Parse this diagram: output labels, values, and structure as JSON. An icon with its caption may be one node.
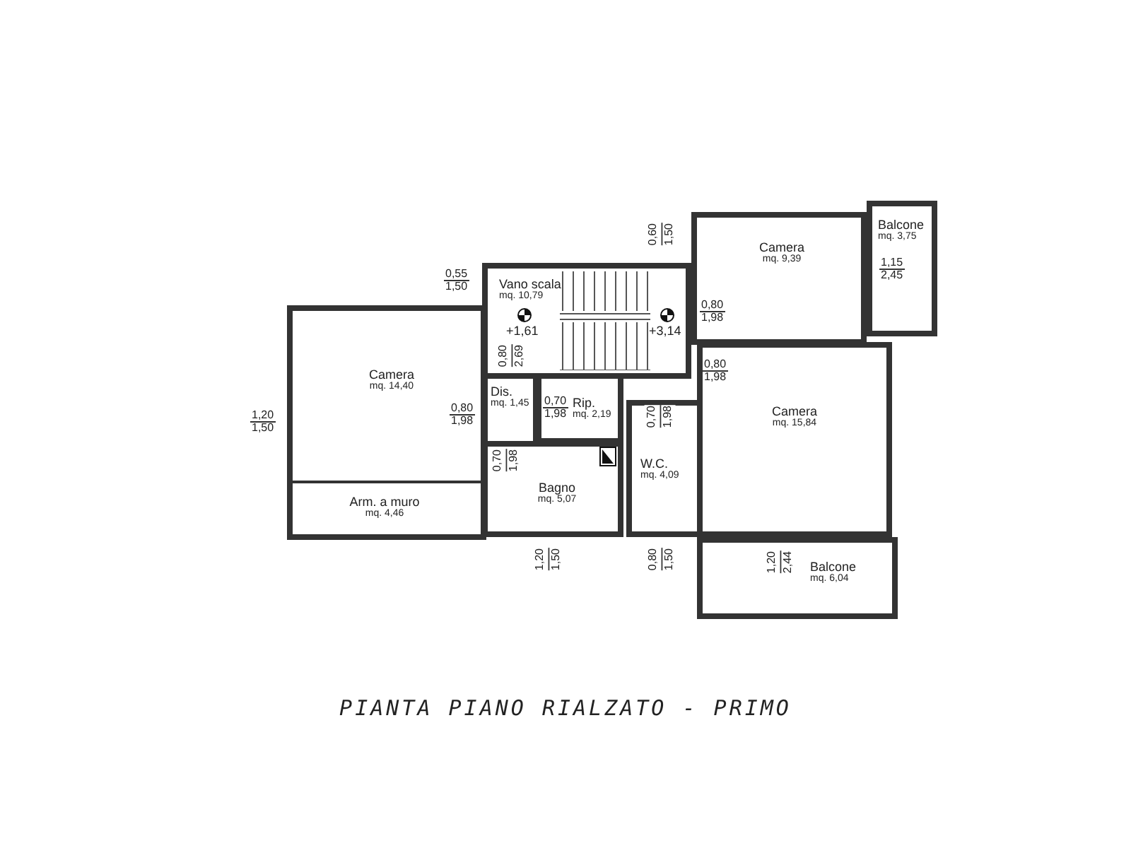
{
  "diagram": {
    "caption": "PIANTA PIANO RIALZATO - PRIMO",
    "nodes": [
      {
        "text": [
          "Vano scala",
          "mq. 10,79"
        ]
      },
      {
        "text": [
          "Camera",
          "mq. 14,40"
        ]
      },
      {
        "text": [
          "Arm. a muro",
          "mq. 4,46"
        ],
        "in": 1
      },
      {
        "text": [
          "Dis.",
          "mq. 1,45"
        ]
      },
      {
        "text": [
          "Rip.",
          "mq. 2,19"
        ]
      },
      {
        "text": [
          "Bagno",
          "mq. 5,07"
        ]
      },
      {
        "text": [
          "W.C.",
          "mq. 4,09"
        ]
      },
      {
        "text": [
          "Camera",
          "mq. 9,39"
        ]
      },
      {
        "text": [
          "Balcone",
          "mq. 3,75"
        ]
      },
      {
        "text": [
          "Camera",
          "mq. 15,84"
        ]
      },
      {
        "text": [
          "Balcone",
          "mq. 6,04"
        ]
      }
    ],
    "labels": [
      "0,60",
      "1,50",
      "0,55",
      "1,50",
      "1,15",
      "2,45",
      "+1,61",
      "0,80",
      "1,98",
      "+3,14",
      "0,80",
      "2,69",
      "0,80",
      "1,98",
      "1,20",
      "1,50",
      "0,80",
      "1,98",
      "0,70",
      "1,98",
      "0,70",
      "1,98",
      "0,70",
      "1,98",
      "1,20",
      "1,50",
      "0,80",
      "1,50",
      "1,20",
      "2,44"
    ]
  }
}
